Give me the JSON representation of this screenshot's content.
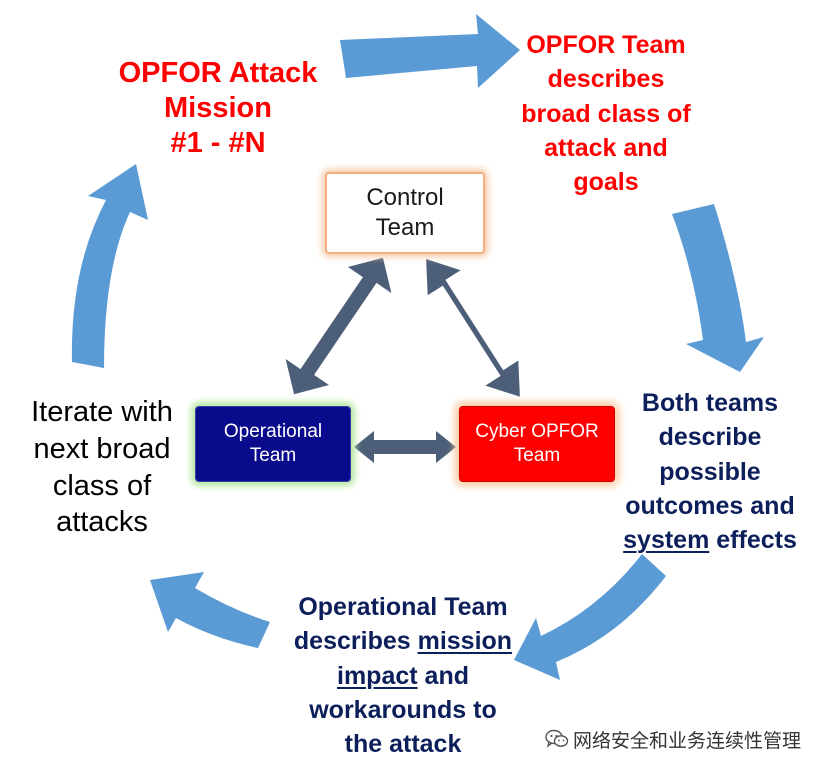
{
  "mission": {
    "lines": [
      "OPFOR Attack",
      "Mission",
      "#1 - #N"
    ]
  },
  "describe": {
    "lines": [
      "OPFOR Team",
      "describes",
      "broad class of",
      "attack and",
      "goals"
    ]
  },
  "outcomes": {
    "lines": [
      "Both teams",
      "describe",
      "possible",
      "outcomes and"
    ],
    "last_underlined": "system",
    "last_rest": " effects"
  },
  "impact": {
    "line1": "Operational Team",
    "line2_pre": "describes ",
    "line2_u": "mission",
    "line3_u": "impact",
    "line3_rest": " and",
    "line4": "workarounds to",
    "line5": "the attack"
  },
  "iterate": {
    "lines": [
      "Iterate with",
      "next broad",
      "class of",
      "attacks"
    ]
  },
  "boxes": {
    "control": [
      "Control",
      "Team"
    ],
    "operational": [
      "Operational",
      "Team"
    ],
    "cyber": [
      "Cyber OPFOR",
      "Team"
    ]
  },
  "watermark": {
    "text": "网络安全和业务连续性管理",
    "icon": "wechat-icon"
  },
  "colors": {
    "cycle_arrow": "#5b9bd5",
    "connector_arrow": "#4d5f78",
    "red_text": "#ff0000",
    "navy_text": "#0d1f5a",
    "operational_fill": "#0a0a8c",
    "cyber_fill": "#ff0000"
  }
}
